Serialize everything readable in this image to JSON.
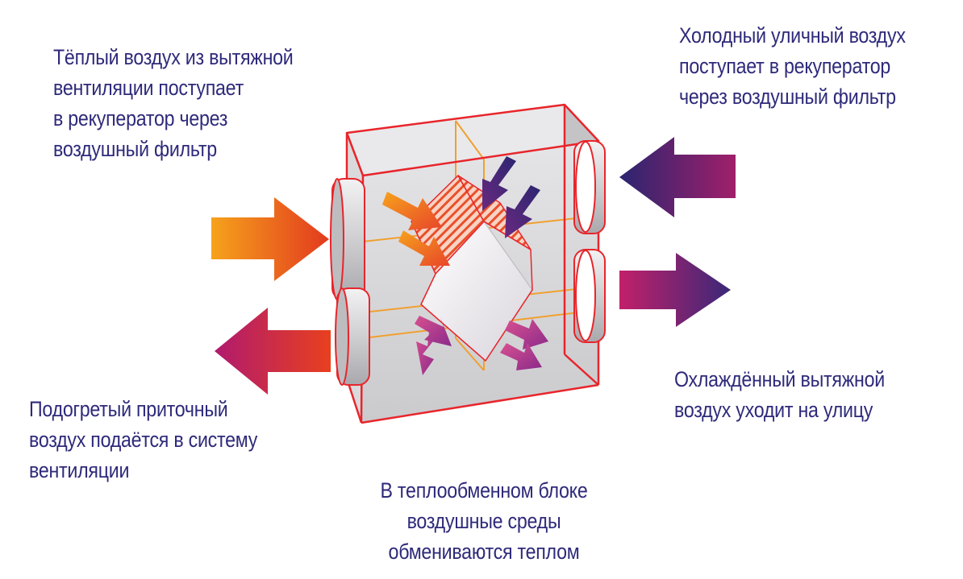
{
  "captions": {
    "warm_exhaust": {
      "lines": [
        "Тёплый воздух из вытяжной",
        "вентиляции поступает",
        "в рекуператор через",
        "воздушный фильтр"
      ]
    },
    "cold_outdoor": {
      "lines": [
        "Холодный уличный воздух",
        "поступает в рекуператор",
        "через воздушный фильтр"
      ]
    },
    "heated_supply": {
      "lines": [
        "Подогретый приточный",
        "воздух подаётся в систему",
        "вентиляции"
      ]
    },
    "cooled_exhaust": {
      "lines": [
        "Охлаждённый вытяжной",
        "воздух уходит на улицу"
      ]
    },
    "heat_exchange": {
      "lines": [
        "В теплообменном блоке",
        "воздушные среды",
        "обмениваются теплом"
      ]
    }
  },
  "colors": {
    "text": "#2e2a7a",
    "frame": "#e8252b",
    "inner_lines": "#f0a030",
    "box_fill": "#d6d6d8",
    "warm_start": "#f6a21c",
    "warm_end": "#e23a1e",
    "magenta": "#b01a6e",
    "cold_start": "#2b2570",
    "cold_end": "#a01f6a",
    "exchanger_face": "#f2eef0",
    "exchanger_hatch": "#e8502a"
  }
}
